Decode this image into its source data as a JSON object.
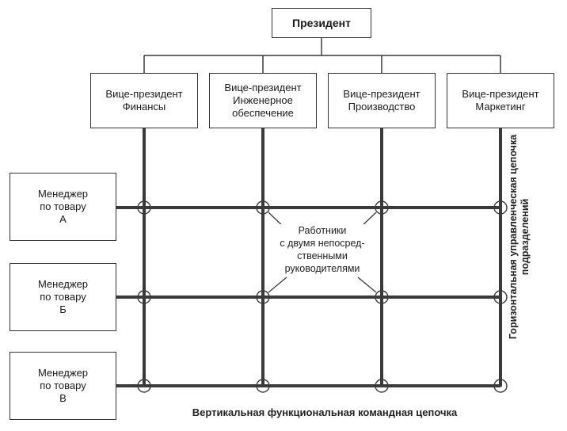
{
  "president": "Президент",
  "vice_presidents": [
    {
      "label": "Вице-президент\nФинансы"
    },
    {
      "label": "Вице-президент\nИнженерное\nобеспечение"
    },
    {
      "label": "Вице-президент\nПроизводство"
    },
    {
      "label": "Вице-президент\nМаркетинг"
    }
  ],
  "product_managers": [
    {
      "label": "Менеджер\nпо товару\nА"
    },
    {
      "label": "Менеджер\nпо товару\nБ"
    },
    {
      "label": "Менеджер\nпо товару\nВ"
    }
  ],
  "workers_note": "Работники\nс двумя непосред-\nственными\nруководителями",
  "vertical_chain_label": "Вертикальная функциональная командная цепочка",
  "horizontal_chain_label": "Горизонтальная управленческая цепочка\nподразделений",
  "colors": {
    "line": "#3a3a3a",
    "border": "#333333"
  }
}
